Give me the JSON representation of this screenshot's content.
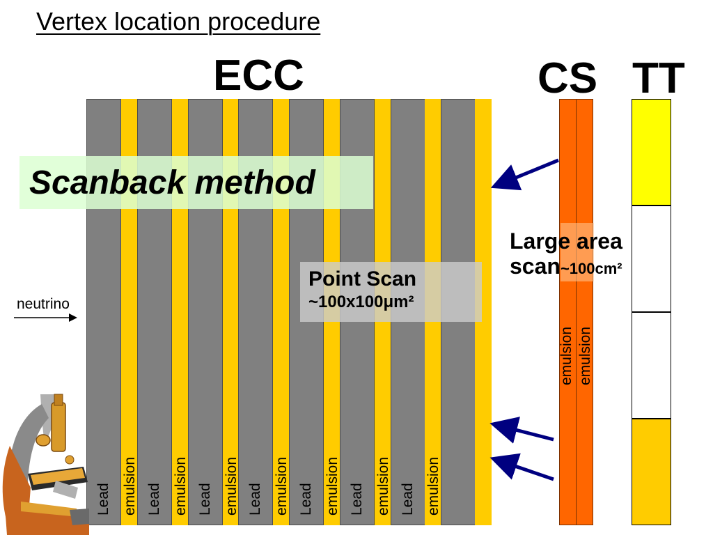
{
  "title": "Vertex location procedure",
  "labels": {
    "ecc": "ECC",
    "cs": "CS",
    "tt": "TT"
  },
  "ecc_layers": {
    "lead_label": "Lead",
    "emulsion_label": "emulsion"
  },
  "cs_layers": {
    "layer1_label": "emulsion",
    "layer2_label": "emulsion"
  },
  "scanback": "Scanback method",
  "point_scan": {
    "line1": "Point Scan",
    "line2": "~100x100μm²"
  },
  "large_area": {
    "line1": "Large area",
    "line2_main": "scan",
    "line2_small": "~100cm²"
  },
  "neutrino": "neutrino",
  "colors": {
    "lead": "#808080",
    "emulsion": "#ffcc00",
    "cs_emulsion": "#ff6600",
    "tt_yellow": "#ffff00",
    "tt_gold": "#ffcc00",
    "arrow": "#000080"
  }
}
